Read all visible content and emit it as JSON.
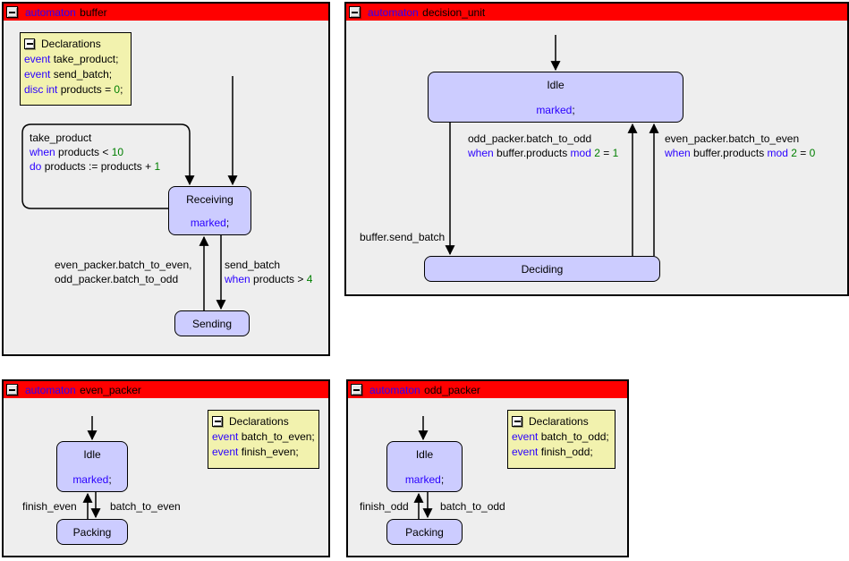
{
  "colors": {
    "panel_header_bg": "#ff0000",
    "panel_bg": "#eeeeee",
    "keyword_blue": "#2a00ff",
    "number_green": "#007f00",
    "state_fill": "#ccccff",
    "declarations_fill": "#f2f2ae",
    "line_color": "#000000"
  },
  "panels": {
    "buffer": {
      "header": {
        "keyword": "automaton",
        "name": "buffer"
      },
      "declarations": {
        "title": "Declarations",
        "lines": [
          [
            {
              "c": "k",
              "t": "event"
            },
            {
              "c": "p",
              "t": " take_product;"
            }
          ],
          [
            {
              "c": "k",
              "t": "event"
            },
            {
              "c": "p",
              "t": " send_batch;"
            }
          ],
          [
            {
              "c": "k",
              "t": "disc"
            },
            {
              "c": "p",
              "t": " "
            },
            {
              "c": "k",
              "t": "int"
            },
            {
              "c": "p",
              "t": " products = "
            },
            {
              "c": "n",
              "t": "0"
            },
            {
              "c": "p",
              "t": ";"
            }
          ]
        ]
      },
      "states": {
        "receiving": {
          "name": "Receiving",
          "marked": [
            {
              "c": "k",
              "t": "marked"
            },
            {
              "c": "p",
              "t": ";"
            }
          ]
        },
        "sending": {
          "name": "Sending"
        }
      },
      "labels": {
        "self_loop": [
          [
            {
              "c": "p",
              "t": "take_product"
            }
          ],
          [
            {
              "c": "k",
              "t": "when"
            },
            {
              "c": "p",
              "t": " products < "
            },
            {
              "c": "n",
              "t": "10"
            }
          ],
          [
            {
              "c": "k",
              "t": "do"
            },
            {
              "c": "p",
              "t": " products := products + "
            },
            {
              "c": "n",
              "t": "1"
            }
          ]
        ],
        "to_receiving": [
          [
            {
              "c": "p",
              "t": "even_packer.batch_to_even,"
            }
          ],
          [
            {
              "c": "p",
              "t": "odd_packer.batch_to_odd"
            }
          ]
        ],
        "to_sending": [
          [
            {
              "c": "p",
              "t": "send_batch"
            }
          ],
          [
            {
              "c": "k",
              "t": "when"
            },
            {
              "c": "p",
              "t": " products > "
            },
            {
              "c": "n",
              "t": "4"
            }
          ]
        ]
      }
    },
    "decision_unit": {
      "header": {
        "keyword": "automaton",
        "name": "decision_unit"
      },
      "states": {
        "idle": {
          "name": "Idle",
          "marked": [
            {
              "c": "k",
              "t": "marked"
            },
            {
              "c": "p",
              "t": ";"
            }
          ]
        },
        "deciding": {
          "name": "Deciding"
        }
      },
      "labels": {
        "to_deciding": [
          [
            {
              "c": "p",
              "t": "buffer.send_batch"
            }
          ]
        ],
        "odd_branch": [
          [
            {
              "c": "p",
              "t": "odd_packer.batch_to_odd"
            }
          ],
          [
            {
              "c": "k",
              "t": "when"
            },
            {
              "c": "p",
              "t": " buffer.products "
            },
            {
              "c": "k",
              "t": "mod"
            },
            {
              "c": "p",
              "t": " "
            },
            {
              "c": "n",
              "t": "2"
            },
            {
              "c": "p",
              "t": " = "
            },
            {
              "c": "n",
              "t": "1"
            }
          ]
        ],
        "even_branch": [
          [
            {
              "c": "p",
              "t": "even_packer.batch_to_even"
            }
          ],
          [
            {
              "c": "k",
              "t": "when"
            },
            {
              "c": "p",
              "t": " buffer.products "
            },
            {
              "c": "k",
              "t": "mod"
            },
            {
              "c": "p",
              "t": " "
            },
            {
              "c": "n",
              "t": "2"
            },
            {
              "c": "p",
              "t": " = "
            },
            {
              "c": "n",
              "t": "0"
            }
          ]
        ]
      }
    },
    "even_packer": {
      "header": {
        "keyword": "automaton",
        "name": "even_packer"
      },
      "declarations": {
        "title": "Declarations",
        "lines": [
          [
            {
              "c": "k",
              "t": "event"
            },
            {
              "c": "p",
              "t": " batch_to_even;"
            }
          ],
          [
            {
              "c": "k",
              "t": "event"
            },
            {
              "c": "p",
              "t": " finish_even;"
            }
          ]
        ]
      },
      "states": {
        "idle": {
          "name": "Idle",
          "marked": [
            {
              "c": "k",
              "t": "marked"
            },
            {
              "c": "p",
              "t": ";"
            }
          ]
        },
        "packing": {
          "name": "Packing"
        }
      },
      "labels": {
        "finish": [
          [
            {
              "c": "p",
              "t": "finish_even"
            }
          ]
        ],
        "batch": [
          [
            {
              "c": "p",
              "t": "batch_to_even"
            }
          ]
        ]
      }
    },
    "odd_packer": {
      "header": {
        "keyword": "automaton",
        "name": "odd_packer"
      },
      "declarations": {
        "title": "Declarations",
        "lines": [
          [
            {
              "c": "k",
              "t": "event"
            },
            {
              "c": "p",
              "t": " batch_to_odd;"
            }
          ],
          [
            {
              "c": "k",
              "t": "event"
            },
            {
              "c": "p",
              "t": " finish_odd;"
            }
          ]
        ]
      },
      "states": {
        "idle": {
          "name": "Idle",
          "marked": [
            {
              "c": "k",
              "t": "marked"
            },
            {
              "c": "p",
              "t": ";"
            }
          ]
        },
        "packing": {
          "name": "Packing"
        }
      },
      "labels": {
        "finish": [
          [
            {
              "c": "p",
              "t": "finish_odd"
            }
          ]
        ],
        "batch": [
          [
            {
              "c": "p",
              "t": "batch_to_odd"
            }
          ]
        ]
      }
    }
  }
}
